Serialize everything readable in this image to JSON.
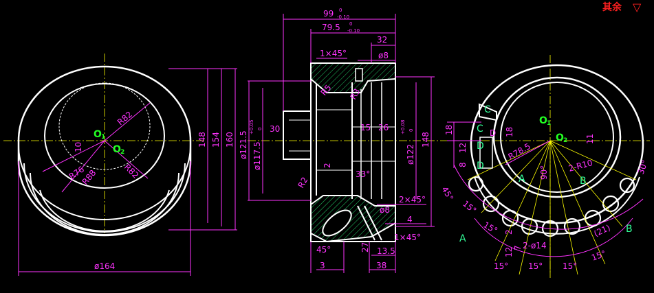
{
  "roughness_note": {
    "text": "其余",
    "symbol": "▽",
    "color": "#ff2020"
  },
  "colors": {
    "outline": "#ffffff",
    "dimension": "#ff33ff",
    "centerline": "#ffff00",
    "hatch": "#22cc66",
    "origin": "#22ff22",
    "background": "#000000"
  },
  "left_view": {
    "origin1": "O",
    "origin1_sub": "1",
    "origin2": "O",
    "origin2_sub": "2",
    "radius_labels": [
      "R82",
      "R88",
      "R76",
      "R82"
    ],
    "offset_label": "10",
    "height_dims": [
      "148",
      "154",
      "160"
    ],
    "width_dim": "ø164"
  },
  "section_view": {
    "top_dim1": {
      "main": "99",
      "upper": "0",
      "lower": "-0.10"
    },
    "top_dim2": {
      "main": "79.5",
      "upper": "0",
      "lower": "-0.10"
    },
    "top_dim3": "32",
    "chamfer_top": "1×45°",
    "hole_dim": "ø8",
    "r3": "R3",
    "r5": "R5",
    "angle30": "30",
    "d1215": "ø121.5",
    "d1175": {
      "main": "ø117.5",
      "upper": "+0.05",
      "lower": "0"
    },
    "d122": {
      "main": "ø122",
      "upper": "+0.08",
      "lower": "0"
    },
    "height148": "148",
    "inner15": "15",
    "inner26": "26",
    "two": "2",
    "angle33": "33°",
    "r2": "R2",
    "chamfer2": "2×45°",
    "hole8b": "ø8",
    "four": "4",
    "chamfer1": "1×45°",
    "angle45": "45°",
    "three": "3",
    "twentyseven": "27",
    "dim135": "13.5",
    "dim38": "38"
  },
  "right_view": {
    "origin1": "O",
    "origin1_sub": "1",
    "origin2": "O",
    "origin2_sub": "2",
    "letters_c": [
      "C",
      "C"
    ],
    "letters_d": [
      "D",
      "D",
      "D"
    ],
    "dims_left": [
      "18",
      "12",
      "8"
    ],
    "dim18r": "18",
    "dim11": "11",
    "r785": "R78.5",
    "r10": "2-R10",
    "ninety": "90°",
    "thirty": "30°",
    "angle_labels": [
      "45°",
      "15°",
      "15°",
      "15°",
      "15°",
      "15°",
      "15°"
    ],
    "letters_a": [
      "A",
      "A"
    ],
    "letters_b": [
      "B",
      "B"
    ],
    "d14": "2-ø14",
    "two_small": "2",
    "seven": "7",
    "twelve": "12",
    "twentyone": "(21)"
  }
}
